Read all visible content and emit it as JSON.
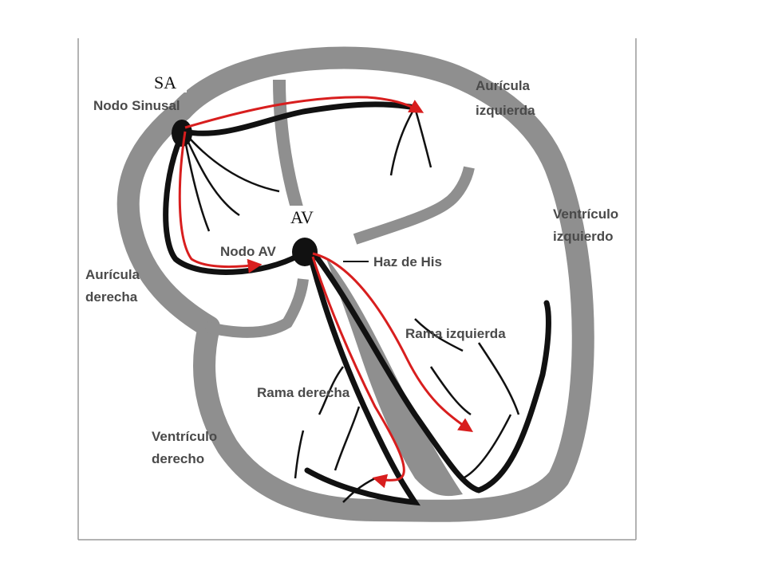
{
  "colors": {
    "wall": "#8f8f8f",
    "conduction": "#111111",
    "impulse": "#d81e1e",
    "text": "#4a4a4a",
    "overlay_text": "#111111",
    "frame": "#9a9a9a"
  },
  "overlay_labels": {
    "sa": "SA",
    "av": "AV"
  },
  "labels": {
    "nodo_sinusal": "Nodo Sinusal",
    "auricula_izquierda_1": "Aurícula",
    "auricula_izquierda_2": "izquierda",
    "ventriculo_izquierdo_1": "Ventrículo",
    "ventriculo_izquierdo_2": "izquierdo",
    "nodo_av": "Nodo AV",
    "haz_de_his": "Haz de His",
    "auricula_derecha_1": "Aurícula",
    "auricula_derecha_2": "derecha",
    "rama_izquierda": "Rama izquierda",
    "rama_derecha": "Rama derecha",
    "ventriculo_derecho_1": "Ventrículo",
    "ventriculo_derecho_2": "derecho"
  }
}
